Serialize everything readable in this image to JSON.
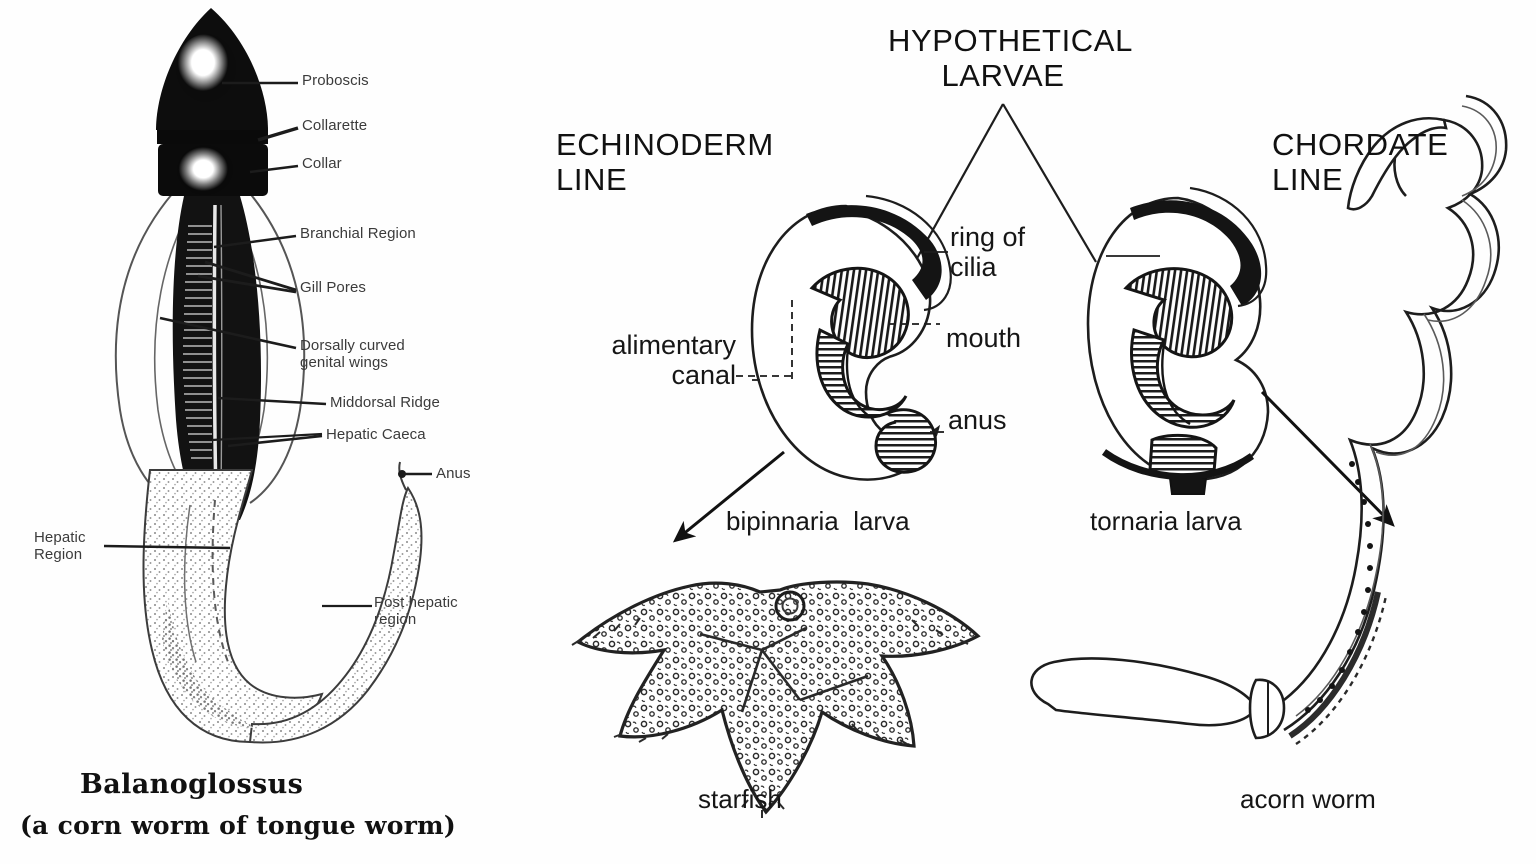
{
  "figure": {
    "title_left_caption_line1": "Balanoglossus",
    "title_left_caption_line2": "(a corn worm of tongue worm)",
    "background_color": "#fefefe",
    "ink_color": "#1a1a1a"
  },
  "left_panel": {
    "name": "balanoglossus-diagram",
    "labels": [
      {
        "id": "proboscis",
        "text": "Proboscis"
      },
      {
        "id": "collarette",
        "text": "Collarette"
      },
      {
        "id": "collar",
        "text": "Collar"
      },
      {
        "id": "branchial-region",
        "text": "Branchial Region"
      },
      {
        "id": "gill-pores",
        "text": "Gill Pores"
      },
      {
        "id": "genital-wings",
        "text": "Dorsally curved\ngenital wings"
      },
      {
        "id": "middorsal-ridge",
        "text": "Middorsal Ridge"
      },
      {
        "id": "hepatic-caeca",
        "text": "Hepatic Caeca"
      },
      {
        "id": "anus",
        "text": "Anus"
      },
      {
        "id": "hepatic-region",
        "text": "Hepatic\nRegion"
      },
      {
        "id": "post-hepatic-region",
        "text": "Post hepatic\nregion"
      }
    ]
  },
  "right_panel": {
    "name": "larval-lineage-diagram",
    "headings": {
      "center": "HYPOTHETICAL\nLARVAE",
      "left": "ECHINODERM\nLINE",
      "right": "CHORDATE\nLINE"
    },
    "larva_labels": {
      "ring_of_cilia": "ring of\ncilia",
      "mouth": "mouth",
      "anus": "anus",
      "alimentary_canal": "alimentary\ncanal"
    },
    "larva_names": {
      "echinoderm_larva": "bipinnaria  larva",
      "chordate_larva": "tornaria larva"
    },
    "adult_names": {
      "echinoderm_adult": "starfish",
      "chordate_adult": "acorn worm"
    }
  }
}
